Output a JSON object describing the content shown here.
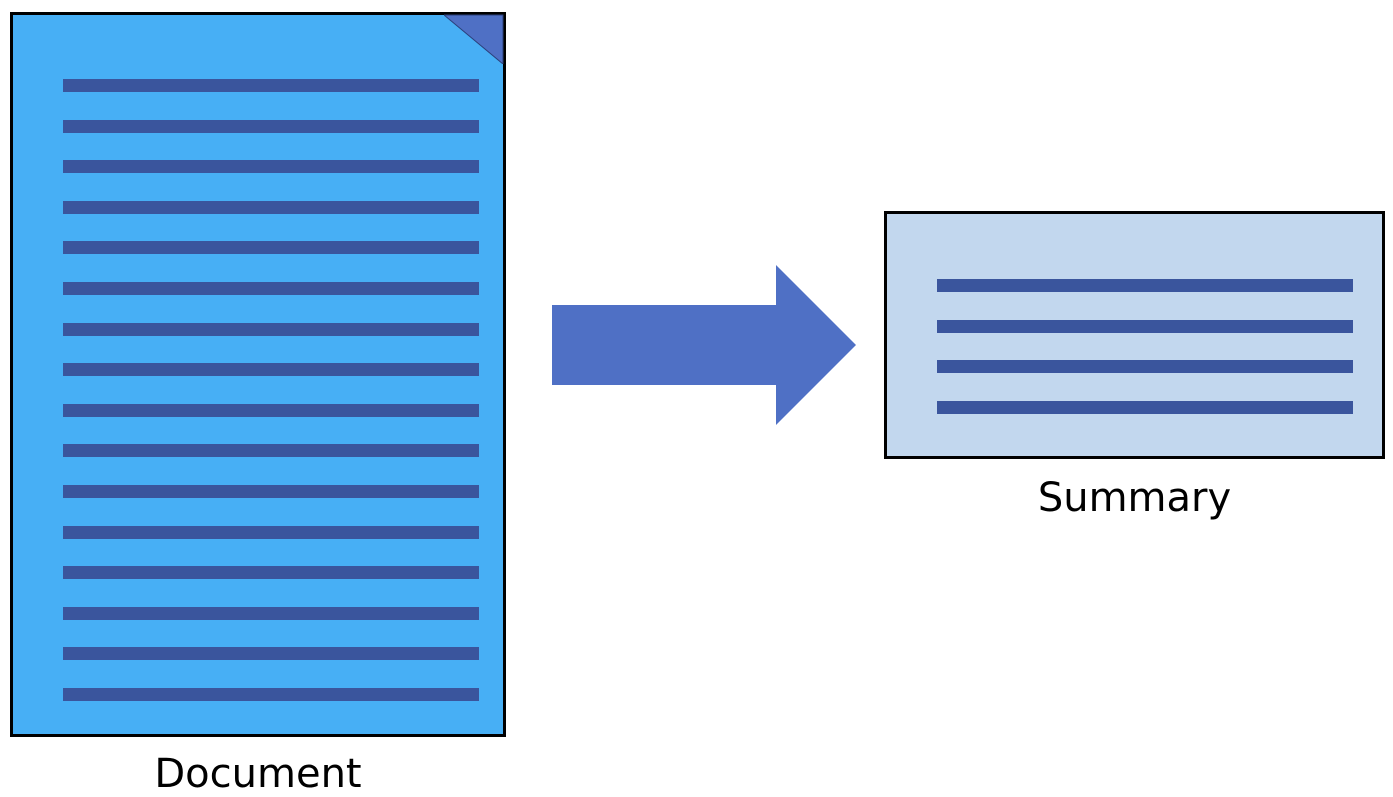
{
  "colors": {
    "document_fill": "#47AFF5",
    "summary_fill": "#C2D7EE",
    "text_line": "#3A559D",
    "arrow": "#4F70C5",
    "corner": "#4F70C5",
    "border": "#000000"
  },
  "document": {
    "label": "Document",
    "line_count": 16
  },
  "summary": {
    "label": "Summary",
    "line_count": 4
  },
  "arrow": {
    "icon": "right-arrow-icon"
  }
}
